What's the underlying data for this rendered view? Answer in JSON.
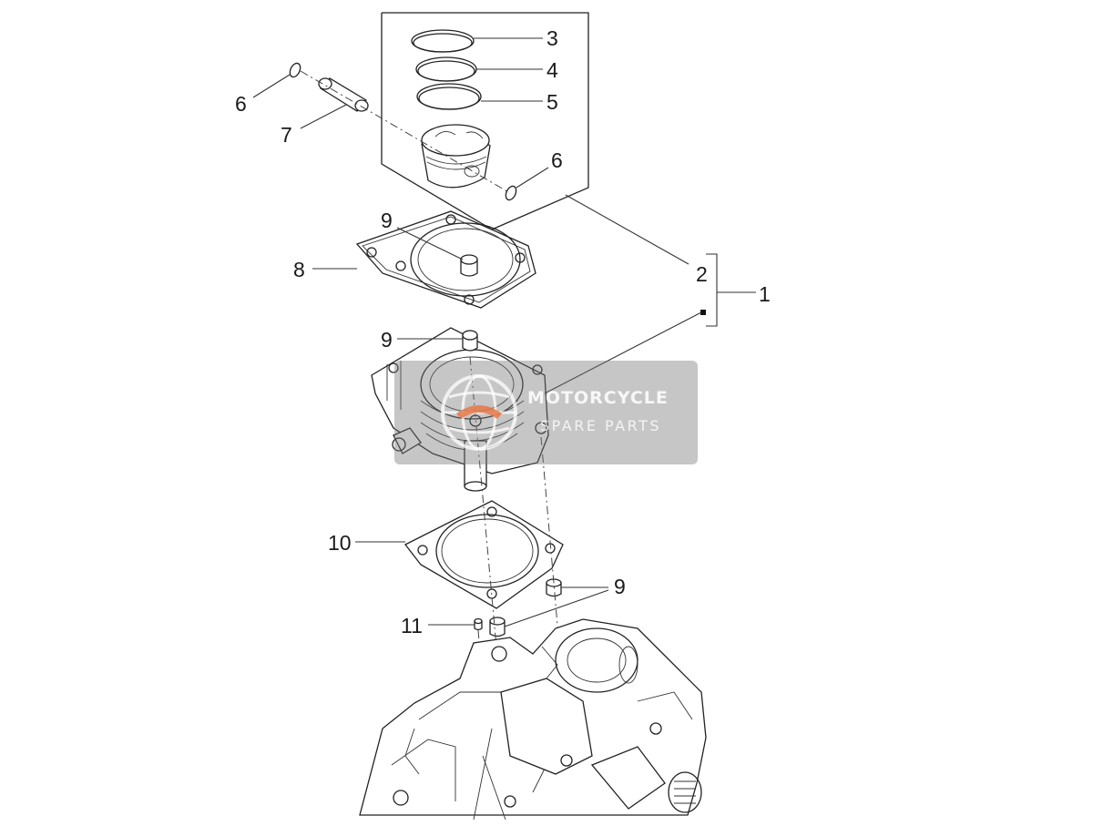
{
  "diagram": {
    "callouts": [
      {
        "id": "3",
        "text": "3"
      },
      {
        "id": "4",
        "text": "4"
      },
      {
        "id": "5",
        "text": "5"
      },
      {
        "id": "6a",
        "text": "6"
      },
      {
        "id": "7",
        "text": "7"
      },
      {
        "id": "6b",
        "text": "6"
      },
      {
        "id": "9a",
        "text": "9"
      },
      {
        "id": "8",
        "text": "8"
      },
      {
        "id": "2",
        "text": "2"
      },
      {
        "id": "1",
        "text": "1"
      },
      {
        "id": "9b",
        "text": "9"
      },
      {
        "id": "10",
        "text": "10"
      },
      {
        "id": "9c",
        "text": "9"
      },
      {
        "id": "11",
        "text": "11"
      }
    ]
  },
  "watermark": {
    "title": "MOTORCYCLE",
    "subtitle": "SPARE PARTS",
    "logo_icon": "globe-logo-icon"
  }
}
